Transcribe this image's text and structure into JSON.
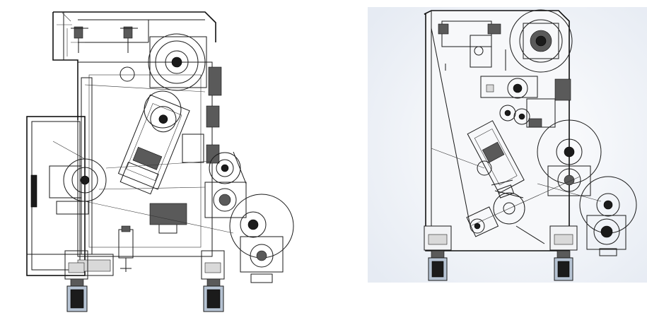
{
  "colors": {
    "background": "#ffffff",
    "line": "#1a1a1a",
    "render_backdrop_center": "#ffffff",
    "render_backdrop_edge": "#e6ebf3",
    "caster_tint": "#b7c4d4"
  },
  "views": [
    {
      "id": "front-view",
      "style": "wireframe"
    },
    {
      "id": "side-view",
      "style": "shaded-render"
    }
  ]
}
